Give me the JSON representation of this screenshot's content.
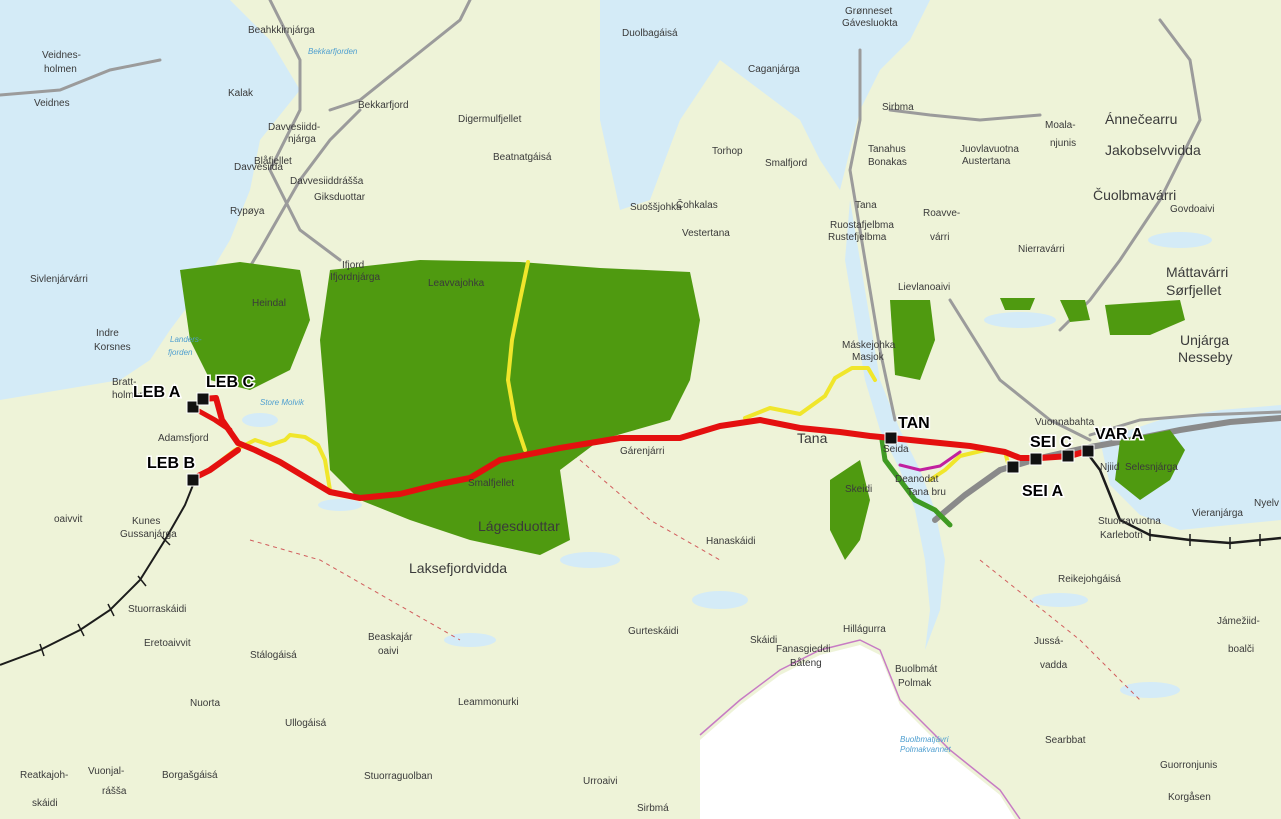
{
  "colors": {
    "land": "#eef3d8",
    "water": "#d4ebf7",
    "forest": "#4f9a10",
    "route_main": "#e4100f",
    "route_alt_yellow": "#f0e62b",
    "route_alt_green": "#3f9a22",
    "route_alt_magenta": "#c1209f",
    "existing_line_grey": "#8a8a8a",
    "existing_line_black": "#1c1c1c",
    "border": "#c77bc4",
    "station_marker": "#111111",
    "label_dark": "#3a3a3a"
  },
  "stations": [
    {
      "id": "leb-a",
      "label": "LEB A"
    },
    {
      "id": "leb-c",
      "label": "LEB C"
    },
    {
      "id": "leb-b",
      "label": "LEB B"
    },
    {
      "id": "tan",
      "label": "TAN"
    },
    {
      "id": "sei-c",
      "label": "SEI C"
    },
    {
      "id": "var-a",
      "label": "VAR A"
    },
    {
      "id": "sei-a",
      "label": "SEI A"
    }
  ],
  "places": [
    {
      "id": "beahkkirnjarga",
      "label": "Beahkkirnjárga"
    },
    {
      "id": "bekkarfjorden",
      "label": "Bekkarfjorden"
    },
    {
      "id": "duolbagaisa",
      "label": "Duolbagáisá"
    },
    {
      "id": "gronneset",
      "label": "Grønneset"
    },
    {
      "id": "gavesluokta",
      "label": "Gávesluokta"
    },
    {
      "id": "caganjarga",
      "label": "Caganjárga"
    },
    {
      "id": "veidnesholmen-1",
      "label": "Veidnes-"
    },
    {
      "id": "veidnesholmen-2",
      "label": "holmen"
    },
    {
      "id": "veidnes",
      "label": "Veidnes"
    },
    {
      "id": "kalak",
      "label": "Kalak"
    },
    {
      "id": "bekkarfjord",
      "label": "Bekkarfjord"
    },
    {
      "id": "digermulfjellet",
      "label": "Digermulfjellet"
    },
    {
      "id": "sirbma-1",
      "label": "Sirbma"
    },
    {
      "id": "moalanjunis-1",
      "label": "Moala-"
    },
    {
      "id": "moalanjunis-2",
      "label": "njunis"
    },
    {
      "id": "annecearru",
      "label": "Ánnečearru"
    },
    {
      "id": "jakobselvvidda",
      "label": "Jakobselvvidda"
    },
    {
      "id": "davvesiiddnjarga-1",
      "label": "Davvesiidd-"
    },
    {
      "id": "davvesiiddnjarga-2",
      "label": "njárga"
    },
    {
      "id": "davvesiida",
      "label": "Davvesiida"
    },
    {
      "id": "blafjellet",
      "label": "Blåfjellet"
    },
    {
      "id": "davvesiiddrassa",
      "label": "Davvesiiddrášša"
    },
    {
      "id": "giksduottar",
      "label": "Giksduottar"
    },
    {
      "id": "beatnatgaisa",
      "label": "Beatnatgáisá"
    },
    {
      "id": "torhop",
      "label": "Torhop"
    },
    {
      "id": "smalfjord",
      "label": "Smalfjord"
    },
    {
      "id": "tanahus",
      "label": "Tanahus"
    },
    {
      "id": "bonakas",
      "label": "Bonakas"
    },
    {
      "id": "juovlavuotna",
      "label": "Juovlavuotna"
    },
    {
      "id": "austertana",
      "label": "Austertana"
    },
    {
      "id": "cuolbmavarri",
      "label": "Čuolbmavárri"
    },
    {
      "id": "govdoaivi",
      "label": "Govdoaivi"
    },
    {
      "id": "suossjavri",
      "label": "Suoššjohka"
    },
    {
      "id": "cohkalas",
      "label": "Čohkalas"
    },
    {
      "id": "tana-small",
      "label": "Tana"
    },
    {
      "id": "ruostafjelbma",
      "label": "Ruostafjelbma"
    },
    {
      "id": "rustefjelbma",
      "label": "Rustefjelbma"
    },
    {
      "id": "rypoya",
      "label": "Rypøya"
    },
    {
      "id": "vestertana",
      "label": "Vestertana"
    },
    {
      "id": "roavvevarri-1",
      "label": "Roavve-"
    },
    {
      "id": "roavvevarri-2",
      "label": "várri"
    },
    {
      "id": "nierravarri",
      "label": "Nierravárri"
    },
    {
      "id": "sivlenjarvarri",
      "label": "Sivlenjárvárri"
    },
    {
      "id": "ifjord",
      "label": "Ifjord"
    },
    {
      "id": "ifjordnjarga",
      "label": "Ifjordnjárga"
    },
    {
      "id": "mattavarri",
      "label": "Máttavárri"
    },
    {
      "id": "sorfjellet",
      "label": "Sørfjellet"
    },
    {
      "id": "heindal",
      "label": "Heindal"
    },
    {
      "id": "leavvajohka",
      "label": "Leavvajohka"
    },
    {
      "id": "lievlanoaivi",
      "label": "Lievlanoaivi"
    },
    {
      "id": "indre-korsnes-1",
      "label": "Indre"
    },
    {
      "id": "indre-korsnes-2",
      "label": "Korsnes"
    },
    {
      "id": "landersfjorden-1",
      "label": "Landers-"
    },
    {
      "id": "landersfjorden-2",
      "label": "fjorden"
    },
    {
      "id": "maskejohka",
      "label": "Máskejohka"
    },
    {
      "id": "masjok",
      "label": "Masjok"
    },
    {
      "id": "unjarga",
      "label": "Unjárga"
    },
    {
      "id": "nesseby",
      "label": "Nesseby"
    },
    {
      "id": "bratt-holmen-1",
      "label": "Bratt-"
    },
    {
      "id": "bratt-holmen-2",
      "label": "holmen"
    },
    {
      "id": "store-molvik",
      "label": "Store Molvik"
    },
    {
      "id": "vuonnabahta",
      "label": "Vuonnabahta"
    },
    {
      "id": "adamsfjord",
      "label": "Adamsfjord"
    },
    {
      "id": "tana-large",
      "label": "Tana"
    },
    {
      "id": "garenjarri",
      "label": "Gárenjárri"
    },
    {
      "id": "seida",
      "label": "Seida"
    },
    {
      "id": "njiid",
      "label": "Njiid"
    },
    {
      "id": "selesnjarga",
      "label": "Selesnjárga"
    },
    {
      "id": "skeidi",
      "label": "Skeidi"
    },
    {
      "id": "deanodat",
      "label": "Deanodat"
    },
    {
      "id": "tana-bru",
      "label": "Tana bru"
    },
    {
      "id": "hanaskaidi",
      "label": "Hanaskáidi"
    },
    {
      "id": "lagesduottar",
      "label": "Lágesduottar"
    },
    {
      "id": "smalfjellet",
      "label": "Smalfjellet"
    },
    {
      "id": "stuorra-karlebotn",
      "label": "Stuorravuotna"
    },
    {
      "id": "karlebotn",
      "label": "Karlebotn"
    },
    {
      "id": "vieranjarga",
      "label": "Vieranjárga"
    },
    {
      "id": "nyelv",
      "label": "Nyelv"
    },
    {
      "id": "oaivvit",
      "label": "oaivvit"
    },
    {
      "id": "kunes",
      "label": "Kunes"
    },
    {
      "id": "gussanjarga",
      "label": "Gussanjárga"
    },
    {
      "id": "laksefjordvidda",
      "label": "Laksefjordvidda"
    },
    {
      "id": "reikejohgaisa",
      "label": "Reikejohgáisá"
    },
    {
      "id": "stuorraskaidi",
      "label": "Stuorraskáidi"
    },
    {
      "id": "gurteskaidi",
      "label": "Gurteskáidi"
    },
    {
      "id": "jamezild-1",
      "label": "Jámežiid-"
    },
    {
      "id": "jamezild-2",
      "label": "boalči"
    },
    {
      "id": "eretoaivvit",
      "label": "Eretoaivvit"
    },
    {
      "id": "beaskajar-1",
      "label": "Beaskajár"
    },
    {
      "id": "beaskajar-2",
      "label": "oaivi"
    },
    {
      "id": "skaidi",
      "label": "Skáidi"
    },
    {
      "id": "hillagurra",
      "label": "Hillágurra"
    },
    {
      "id": "stalogaisa",
      "label": "Stálogáisá"
    },
    {
      "id": "fanasgieddi",
      "label": "Fanasgieddi"
    },
    {
      "id": "batlnig",
      "label": "Båteng"
    },
    {
      "id": "jussa-1",
      "label": "Jussá-"
    },
    {
      "id": "jussa-2",
      "label": "vadda"
    },
    {
      "id": "buolbmat",
      "label": "Buolbmát"
    },
    {
      "id": "polmak",
      "label": "Polmak"
    },
    {
      "id": "nuorta",
      "label": "Nuorta"
    },
    {
      "id": "ullogaisa",
      "label": "Ullogáisá"
    },
    {
      "id": "leammonurki",
      "label": "Leammonurki"
    },
    {
      "id": "searbbat",
      "label": "Searbbat"
    },
    {
      "id": "buolbmatjavri-1",
      "label": "Buolbmatjávri"
    },
    {
      "id": "buolbmatjavri-2",
      "label": "Polmakvannet"
    },
    {
      "id": "guorronjunis",
      "label": "Guorronjunis"
    },
    {
      "id": "reatkajoh-1",
      "label": "Reatkajoh-"
    },
    {
      "id": "reatkajoh-2",
      "label": "skáidi"
    },
    {
      "id": "vuonjal-1",
      "label": "Vuonjal-"
    },
    {
      "id": "vuonjal-2",
      "label": "rášša"
    },
    {
      "id": "borgasgaisa",
      "label": "Borgašgáisá"
    },
    {
      "id": "stuorraguolban",
      "label": "Stuorraguolban"
    },
    {
      "id": "urroaivi",
      "label": "Urroaivi"
    },
    {
      "id": "korgasen",
      "label": "Korgåsen"
    },
    {
      "id": "sirbma-2",
      "label": "Sirbmá"
    }
  ]
}
